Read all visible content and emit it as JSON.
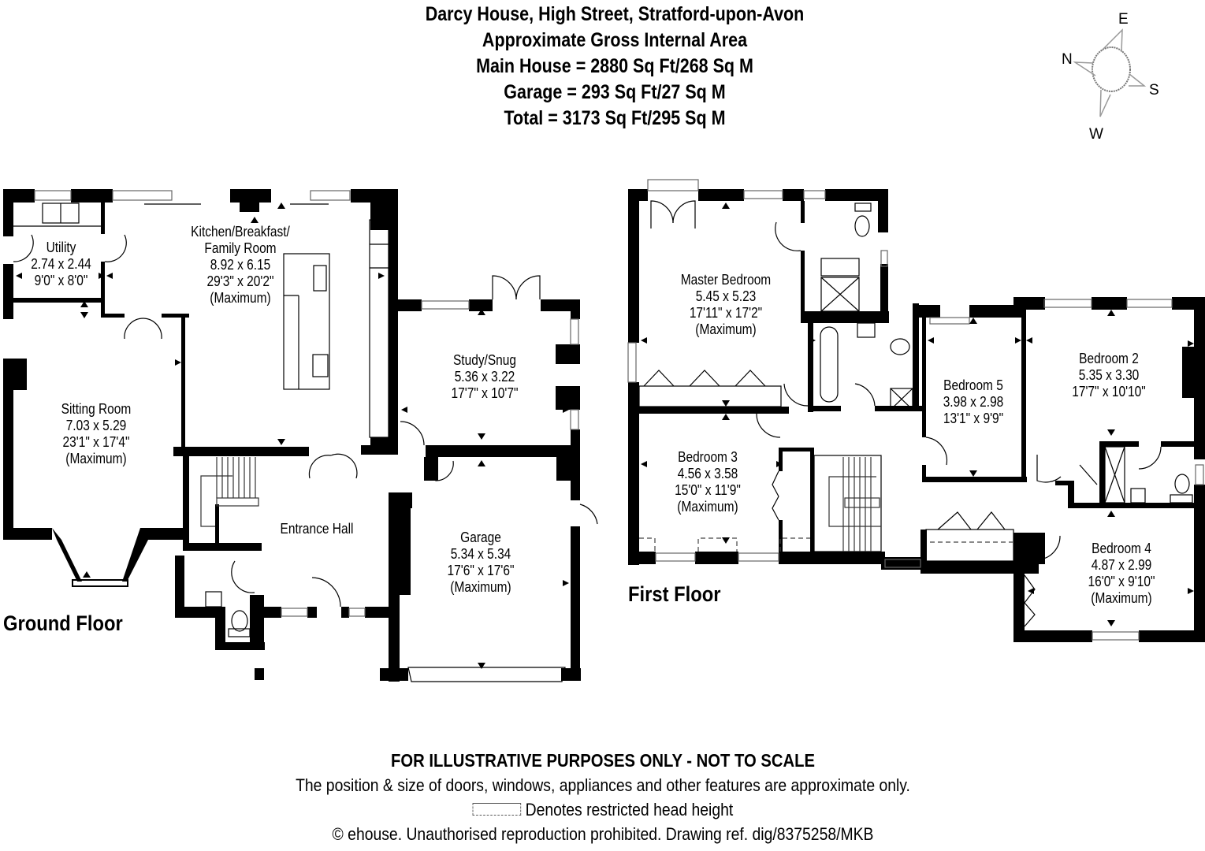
{
  "header": {
    "title": "Darcy House, High Street, Stratford-upon-Avon",
    "subtitle": "Approximate Gross Internal Area",
    "main_house": "Main House = 2880 Sq Ft/268 Sq M",
    "garage": "Garage = 293 Sq Ft/27 Sq M",
    "total": "Total = 3173 Sq Ft/295 Sq M"
  },
  "compass": {
    "n": "N",
    "e": "E",
    "s": "S",
    "w": "W"
  },
  "ground_floor": {
    "label": "Ground Floor",
    "rooms": [
      {
        "name": "Utility",
        "metric": "2.74 x 2.44",
        "imperial": "9'0\" x 8'0\"",
        "note": ""
      },
      {
        "name": "Kitchen/Breakfast/",
        "name2": "Family Room",
        "metric": "8.92 x 6.15",
        "imperial": "29'3\" x 20'2\"",
        "note": "(Maximum)"
      },
      {
        "name": "Sitting Room",
        "metric": "7.03 x 5.29",
        "imperial": "23'1\" x 17'4\"",
        "note": "(Maximum)"
      },
      {
        "name": "Study/Snug",
        "metric": "5.36 x 3.22",
        "imperial": "17'7\" x 10'7\"",
        "note": ""
      },
      {
        "name": "Entrance Hall",
        "metric": "",
        "imperial": "",
        "note": ""
      },
      {
        "name": "Garage",
        "metric": "5.34 x 5.34",
        "imperial": "17'6\" x 17'6\"",
        "note": "(Maximum)"
      }
    ]
  },
  "first_floor": {
    "label": "First Floor",
    "rooms": [
      {
        "name": "Master Bedroom",
        "metric": "5.45 x 5.23",
        "imperial": "17'11\" x 17'2\"",
        "note": "(Maximum)"
      },
      {
        "name": "Bedroom 5",
        "metric": "3.98 x 2.98",
        "imperial": "13'1\" x 9'9\"",
        "note": ""
      },
      {
        "name": "Bedroom 2",
        "metric": "5.35 x 3.30",
        "imperial": "17'7\" x 10'10\"",
        "note": ""
      },
      {
        "name": "Bedroom 3",
        "metric": "4.56 x 3.58",
        "imperial": "15'0\" x 11'9\"",
        "note": "(Maximum)"
      },
      {
        "name": "Bedroom 4",
        "metric": "4.87 x 2.99",
        "imperial": "16'0\" x 9'10\"",
        "note": "(Maximum)"
      }
    ]
  },
  "footer": {
    "disclaimer": "FOR ILLUSTRATIVE PURPOSES ONLY - NOT TO SCALE",
    "note": "The position & size of doors, windows, appliances and other features are approximate only.",
    "legend": "Denotes restricted head height",
    "copyright": "© ehouse. Unauthorised reproduction prohibited. Drawing ref. dig/8375258/MKB"
  },
  "icons": {
    "compass": "compass-rose-icon",
    "restricted_height": "dashed-box-icon"
  }
}
